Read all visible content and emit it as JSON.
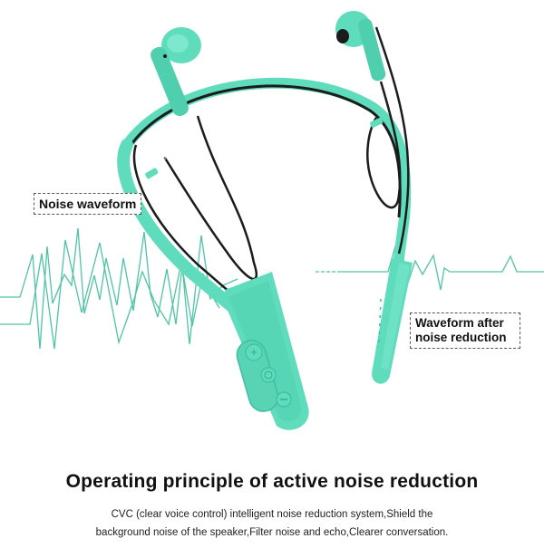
{
  "labels": {
    "noise_waveform": "Noise waveform",
    "waveform_after": "Waveform after noise reduction"
  },
  "heading": "Operating principle of active noise reduction",
  "description": {
    "line1": "CVC (clear voice control) intelligent noise reduction system,Shield the",
    "line2": "background noise of the speaker,Filter noise and echo,Clearer conversation."
  },
  "product": {
    "type": "neckband bluetooth earphones",
    "control_buttons": [
      "+",
      "play/pause",
      "-"
    ]
  },
  "colors": {
    "product_mint": "#5fdcbc",
    "product_mint_dark": "#3fbf9f",
    "cable": "#1c1c1c",
    "waveform": "#4fc4a4",
    "text": "#111111"
  }
}
